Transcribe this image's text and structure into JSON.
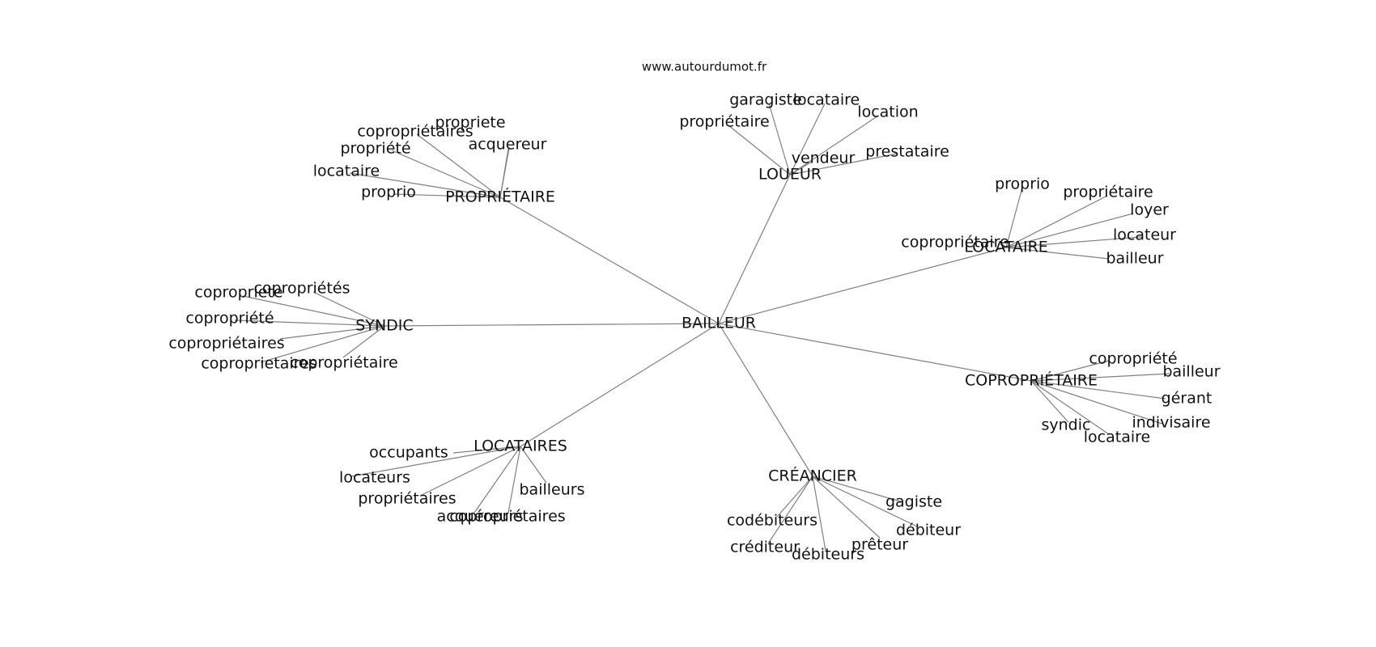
{
  "watermark": "www.autourdumot.fr",
  "colors": {
    "edge": "#808080",
    "text": "#111111",
    "background": "#ffffff"
  },
  "graph": {
    "center": "BAILLEUR",
    "clusters": [
      {
        "id": "proprietaire",
        "label": "PROPRIÉTAIRE",
        "neighbors": [
          "propriete",
          "copropriétaires",
          "acquereur",
          "propriété",
          "locataire",
          "proprio"
        ]
      },
      {
        "id": "loueur",
        "label": "LOUEUR",
        "neighbors": [
          "garagiste",
          "locataire",
          "location",
          "propriétaire",
          "vendeur",
          "prestataire"
        ]
      },
      {
        "id": "locataire",
        "label": "LOCATAIRE",
        "neighbors": [
          "proprio",
          "propriétaire",
          "loyer",
          "copropriétaire",
          "locateur",
          "bailleur"
        ]
      },
      {
        "id": "syndic",
        "label": "SYNDIC",
        "neighbors": [
          "copropriétés",
          "copropriete",
          "copropriété",
          "copropriétaires",
          "coproprietaires",
          "copropriétaire"
        ]
      },
      {
        "id": "coproprietaire",
        "label": "COPROPRIÉTAIRE",
        "neighbors": [
          "copropriété",
          "bailleur",
          "gérant",
          "indivisaire",
          "syndic",
          "locataire"
        ]
      },
      {
        "id": "locataires",
        "label": "LOCATAIRES",
        "neighbors": [
          "occupants",
          "locateurs",
          "bailleurs",
          "propriétaires",
          "acquéreurs",
          "copropriétaires"
        ]
      },
      {
        "id": "creancier",
        "label": "CRÉANCIER",
        "neighbors": [
          "gagiste",
          "codébiteurs",
          "débiteur",
          "créditeur",
          "débiteurs",
          "prêteur"
        ]
      }
    ]
  }
}
